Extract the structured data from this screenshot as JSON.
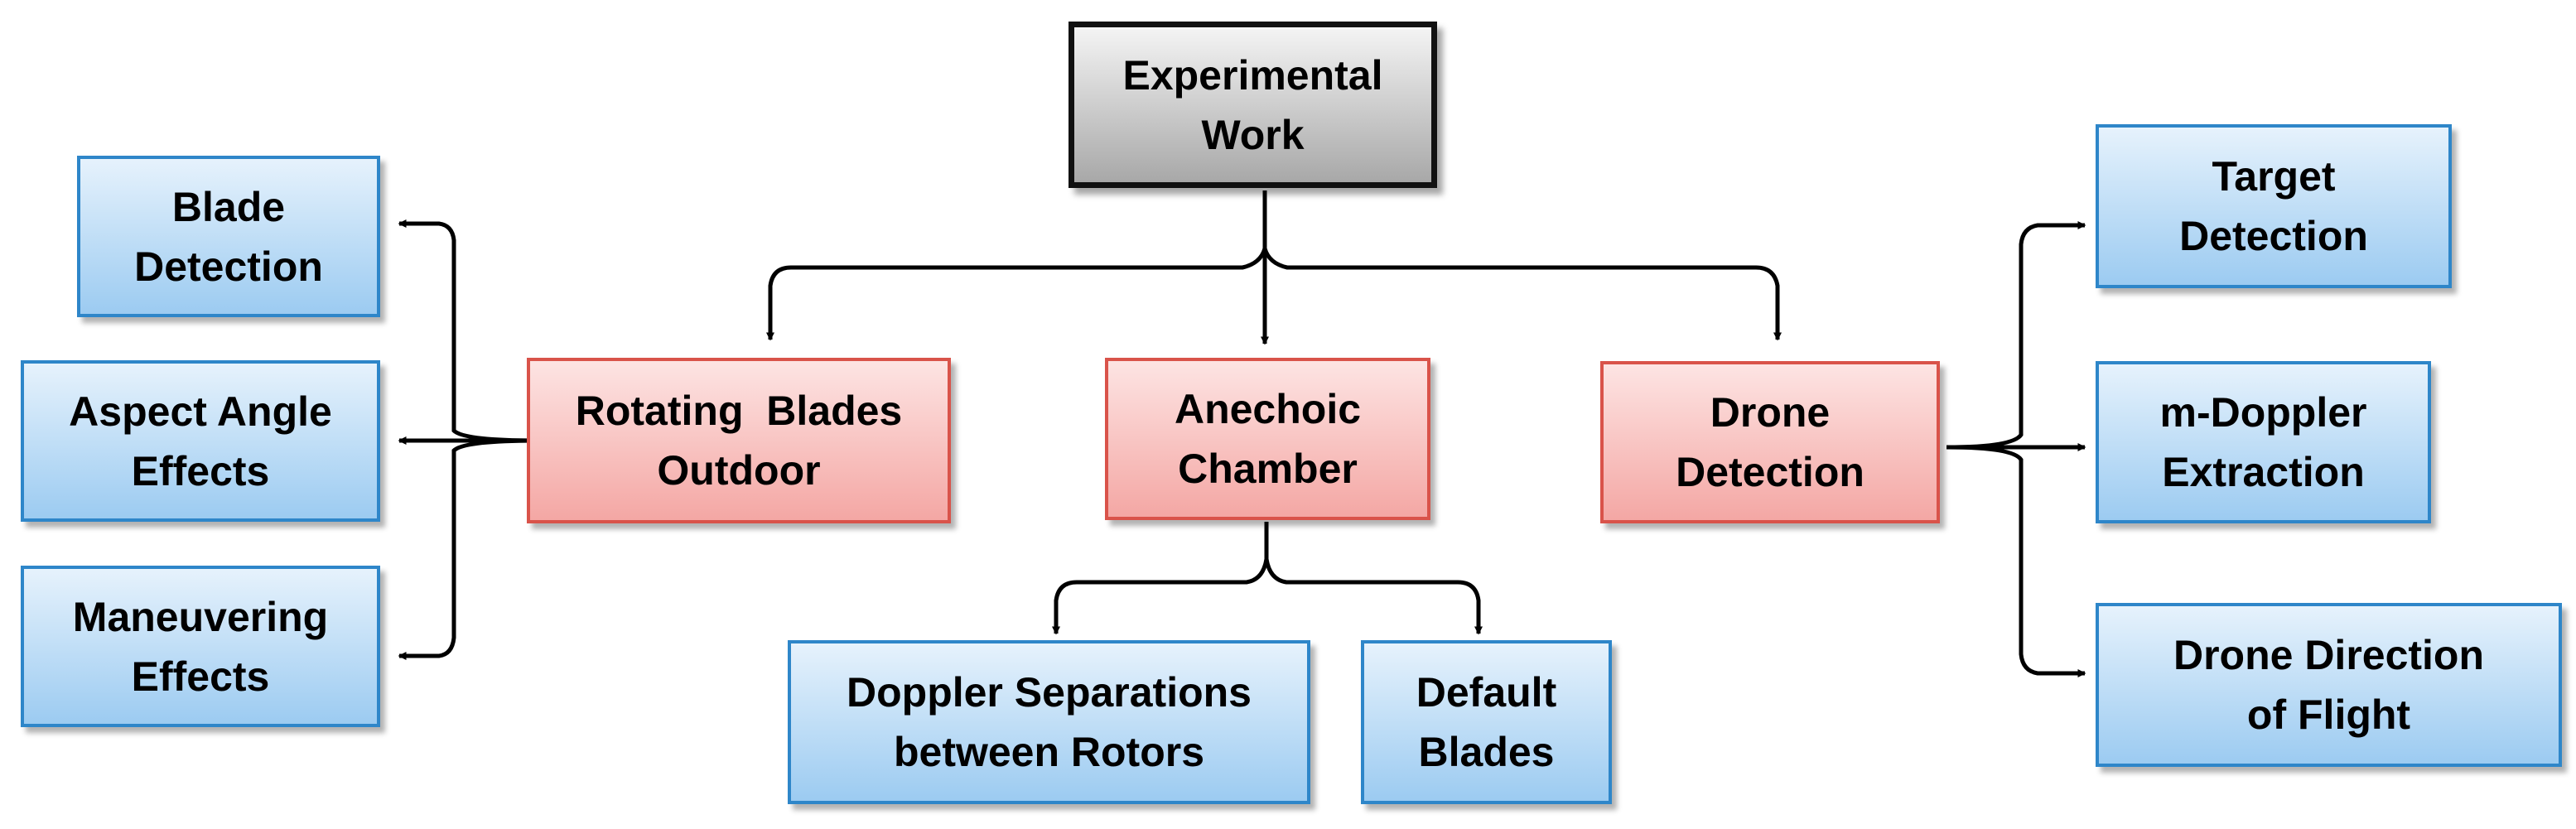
{
  "root": {
    "line1": "Experimental",
    "line2": "Work"
  },
  "branches": {
    "rotating_blades": {
      "line1": "Rotating  Blades",
      "line2": "Outdoor"
    },
    "anechoic": {
      "line1": "Anechoic",
      "line2": "Chamber"
    },
    "drone_detection": {
      "line1": "Drone",
      "line2": "Detection"
    }
  },
  "leaves": {
    "blade_detection": {
      "line1": "Blade",
      "line2": "Detection"
    },
    "aspect_angle": {
      "line1": "Aspect Angle",
      "line2": "Effects"
    },
    "maneuvering": {
      "line1": "Maneuvering",
      "line2": "Effects"
    },
    "doppler_separations": {
      "line1": "Doppler Separations",
      "line2": "between Rotors"
    },
    "default_blades": {
      "line1": "Default",
      "line2": "Blades"
    },
    "target_detection": {
      "line1": "Target",
      "line2": "Detection"
    },
    "m_doppler": {
      "line1": "m-Doppler",
      "line2": "Extraction"
    },
    "drone_direction": {
      "line1": "Drone Direction",
      "line2": "of Flight"
    }
  },
  "colors": {
    "root_border": "#111111",
    "branch_border": "#d9534a",
    "branch_fill": "#f7b7b4",
    "leaf_border": "#2e86c9",
    "leaf_fill": "#b9dcf6",
    "connector": "#000000"
  }
}
